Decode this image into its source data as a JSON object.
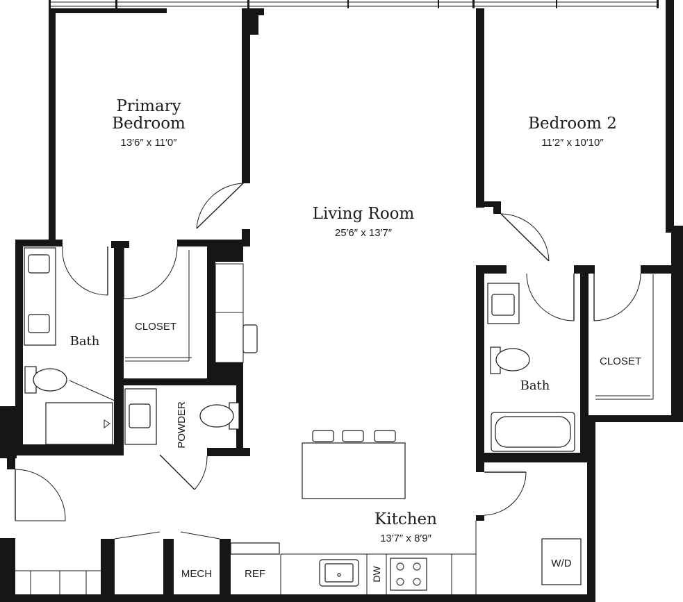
{
  "rooms": {
    "primary_bedroom": {
      "name_line1": "Primary",
      "name_line2": "Bedroom",
      "dims": "13′6″ x 11′0″"
    },
    "bedroom2": {
      "name": "Bedroom 2",
      "dims": "11′2″ x 10′10″"
    },
    "living_room": {
      "name": "Living Room",
      "dims": "25′6″ x 13′7″"
    },
    "kitchen": {
      "name": "Kitchen",
      "dims": "13′7″ x 8′9″"
    },
    "bath_primary": {
      "name": "Bath"
    },
    "bath2": {
      "name": "Bath"
    },
    "closet_primary": {
      "name": "CLOSET"
    },
    "closet2": {
      "name": "CLOSET"
    },
    "powder": {
      "name": "POWDER"
    },
    "mech": {
      "name": "MECH"
    },
    "ref": {
      "name": "REF"
    },
    "dw": {
      "name": "DW"
    },
    "wd": {
      "name": "W/D"
    }
  }
}
